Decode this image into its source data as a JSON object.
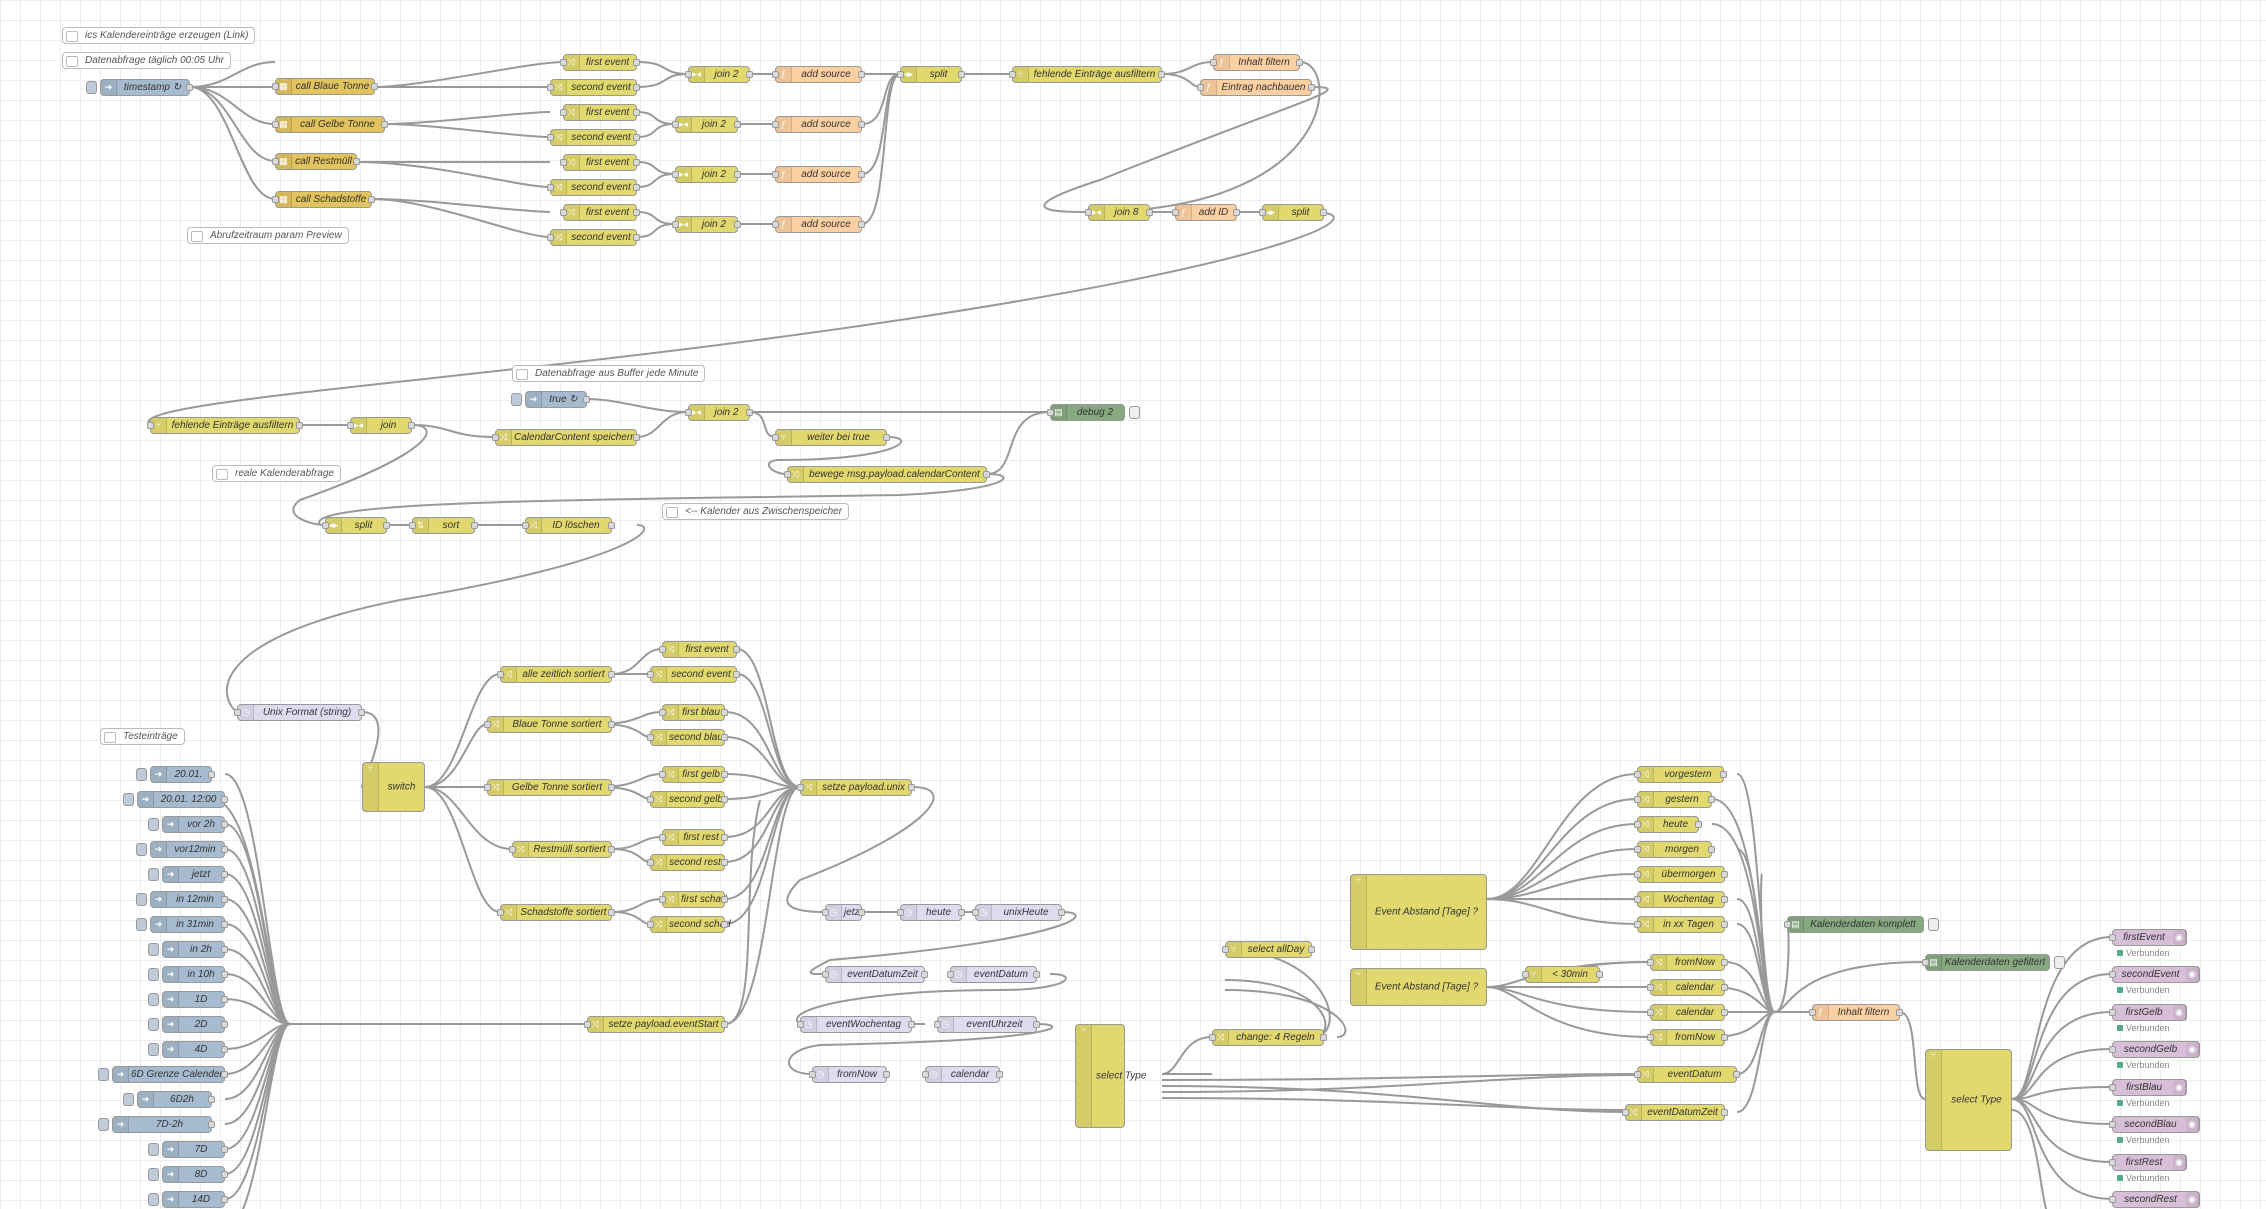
{
  "comments": [
    {
      "label": "ics Kalendereinträge erzeugen (Link)"
    },
    {
      "label": "Datenabfrage täglich 00:05 Uhr"
    },
    {
      "label": "Abrufzeitraum param Preview"
    },
    {
      "label": "Datenabfrage aus Buffer jede Minute"
    },
    {
      "label": "reale Kalenderabfrage"
    },
    {
      "label": "<-- Kalender aus Zwischenspeicher"
    },
    {
      "label": "Testeinträge"
    }
  ],
  "nodes": {
    "timestamp": "timestamp ↻",
    "call1": "call Blaue Tonne",
    "call2": "call Gelbe Tonne",
    "call3": "call Restmüll",
    "call4": "call Schadstoffe",
    "fe1": "first event",
    "se1": "second event",
    "fe2": "first event",
    "se2": "second event",
    "fe3": "first event",
    "se3": "second event",
    "fe4": "first event",
    "se4": "second event",
    "j1": "join 2",
    "j2": "join 2",
    "j3": "join 2",
    "j4": "join 2",
    "as1": "add source",
    "as2": "add source",
    "as3": "add source",
    "as4": "add source",
    "split1": "split",
    "filter1": "fehlende Einträge ausfiltern",
    "inhalt1": "Inhalt filtern",
    "nach": "Eintrag nachbauen",
    "join8": "join 8",
    "addid": "add ID",
    "split2": "split",
    "filter2": "fehlende Einträge ausfiltern",
    "join": "join",
    "truei": "true ↻",
    "join2b": "join 2",
    "calsave": "CalendarContent speichern",
    "weiter": "weiter bei true",
    "bewege": "bewege msg.payload.calendarContent",
    "debug2": "debug 2",
    "split3": "split",
    "sort": "sort",
    "idl": "ID löschen",
    "unix": "Unix Format (string)",
    "switch": "switch",
    "s1": "alle zeitlich sortiert",
    "s2": "Blaue Tonne sortiert",
    "s3": "Gelbe Tonne sortiert",
    "s4": "Restmüll sortiert",
    "s5": "Schadstoffe sortiert",
    "o1a": "first event",
    "o1b": "second event",
    "o2a": "first blau",
    "o2b": "second blau",
    "o3a": "first gelb",
    "o3b": "second gelb",
    "o4a": "first rest",
    "o4b": "second rest",
    "o5a": "first schad",
    "o5b": "second schad",
    "setunix": "setze payload.unix",
    "jetzt": "jetzt",
    "heute": "heute",
    "unixheute": "unixHeute",
    "edz": "eventDatumZeit",
    "ed": "eventDatum",
    "ewt": "eventWochentag",
    "euz": "eventUhrzeit",
    "fromnow": "fromNow",
    "calendar": "calendar",
    "seteventstart": "setze payload.eventStart",
    "t1": "20.01.",
    "t2": "20.01. 12:00",
    "t3": "vor 2h",
    "t4": "vor12min",
    "t5": "jetzt",
    "t6": "in 12min",
    "t7": "in 31min",
    "t8": "in 2h",
    "t9": "in 10h",
    "t10": "1D",
    "t11": "2D",
    "t12": "4D",
    "t13": "6D Grenze Calender",
    "t14": "6D2h",
    "t15": "7D-2h",
    "t16": "7D",
    "t17": "8D",
    "t18": "14D",
    "selectType": "select Type",
    "change4": "change: 4 Regeln",
    "selectAllDay": "select allDay",
    "ea1": "Event Abstand [Tage] ?",
    "ea2": "Event Abstand [Tage] ?",
    "vorgestern": "vorgestern",
    "gestern": "gestern",
    "heute2": "heute",
    "morgen": "morgen",
    "uebermorgen": "übermorgen",
    "wochentag": "Wochentag",
    "inxx": "in xx Tagen",
    "lt30": "< 30min",
    "fromnow2": "fromNow",
    "calendar2": "calendar",
    "calendar3": "calendar",
    "fromnow3": "fromNow",
    "eventDatum": "eventDatum",
    "eventDatumZeit": "eventDatumZeit",
    "kalKomplett": "Kalenderdaten komplett",
    "kalGefiltert": "Kalenderdaten gefiltert",
    "inhalt2": "Inhalt filtern",
    "selectType2": "select Type",
    "out1": "firstEvent",
    "out2": "secondEvent",
    "out3": "firstGelb",
    "out4": "secondGelb",
    "out5": "firstBlau",
    "out6": "secondBlau",
    "out7": "firstRest",
    "out8": "secondRest",
    "verbunden": "Verbunden"
  }
}
